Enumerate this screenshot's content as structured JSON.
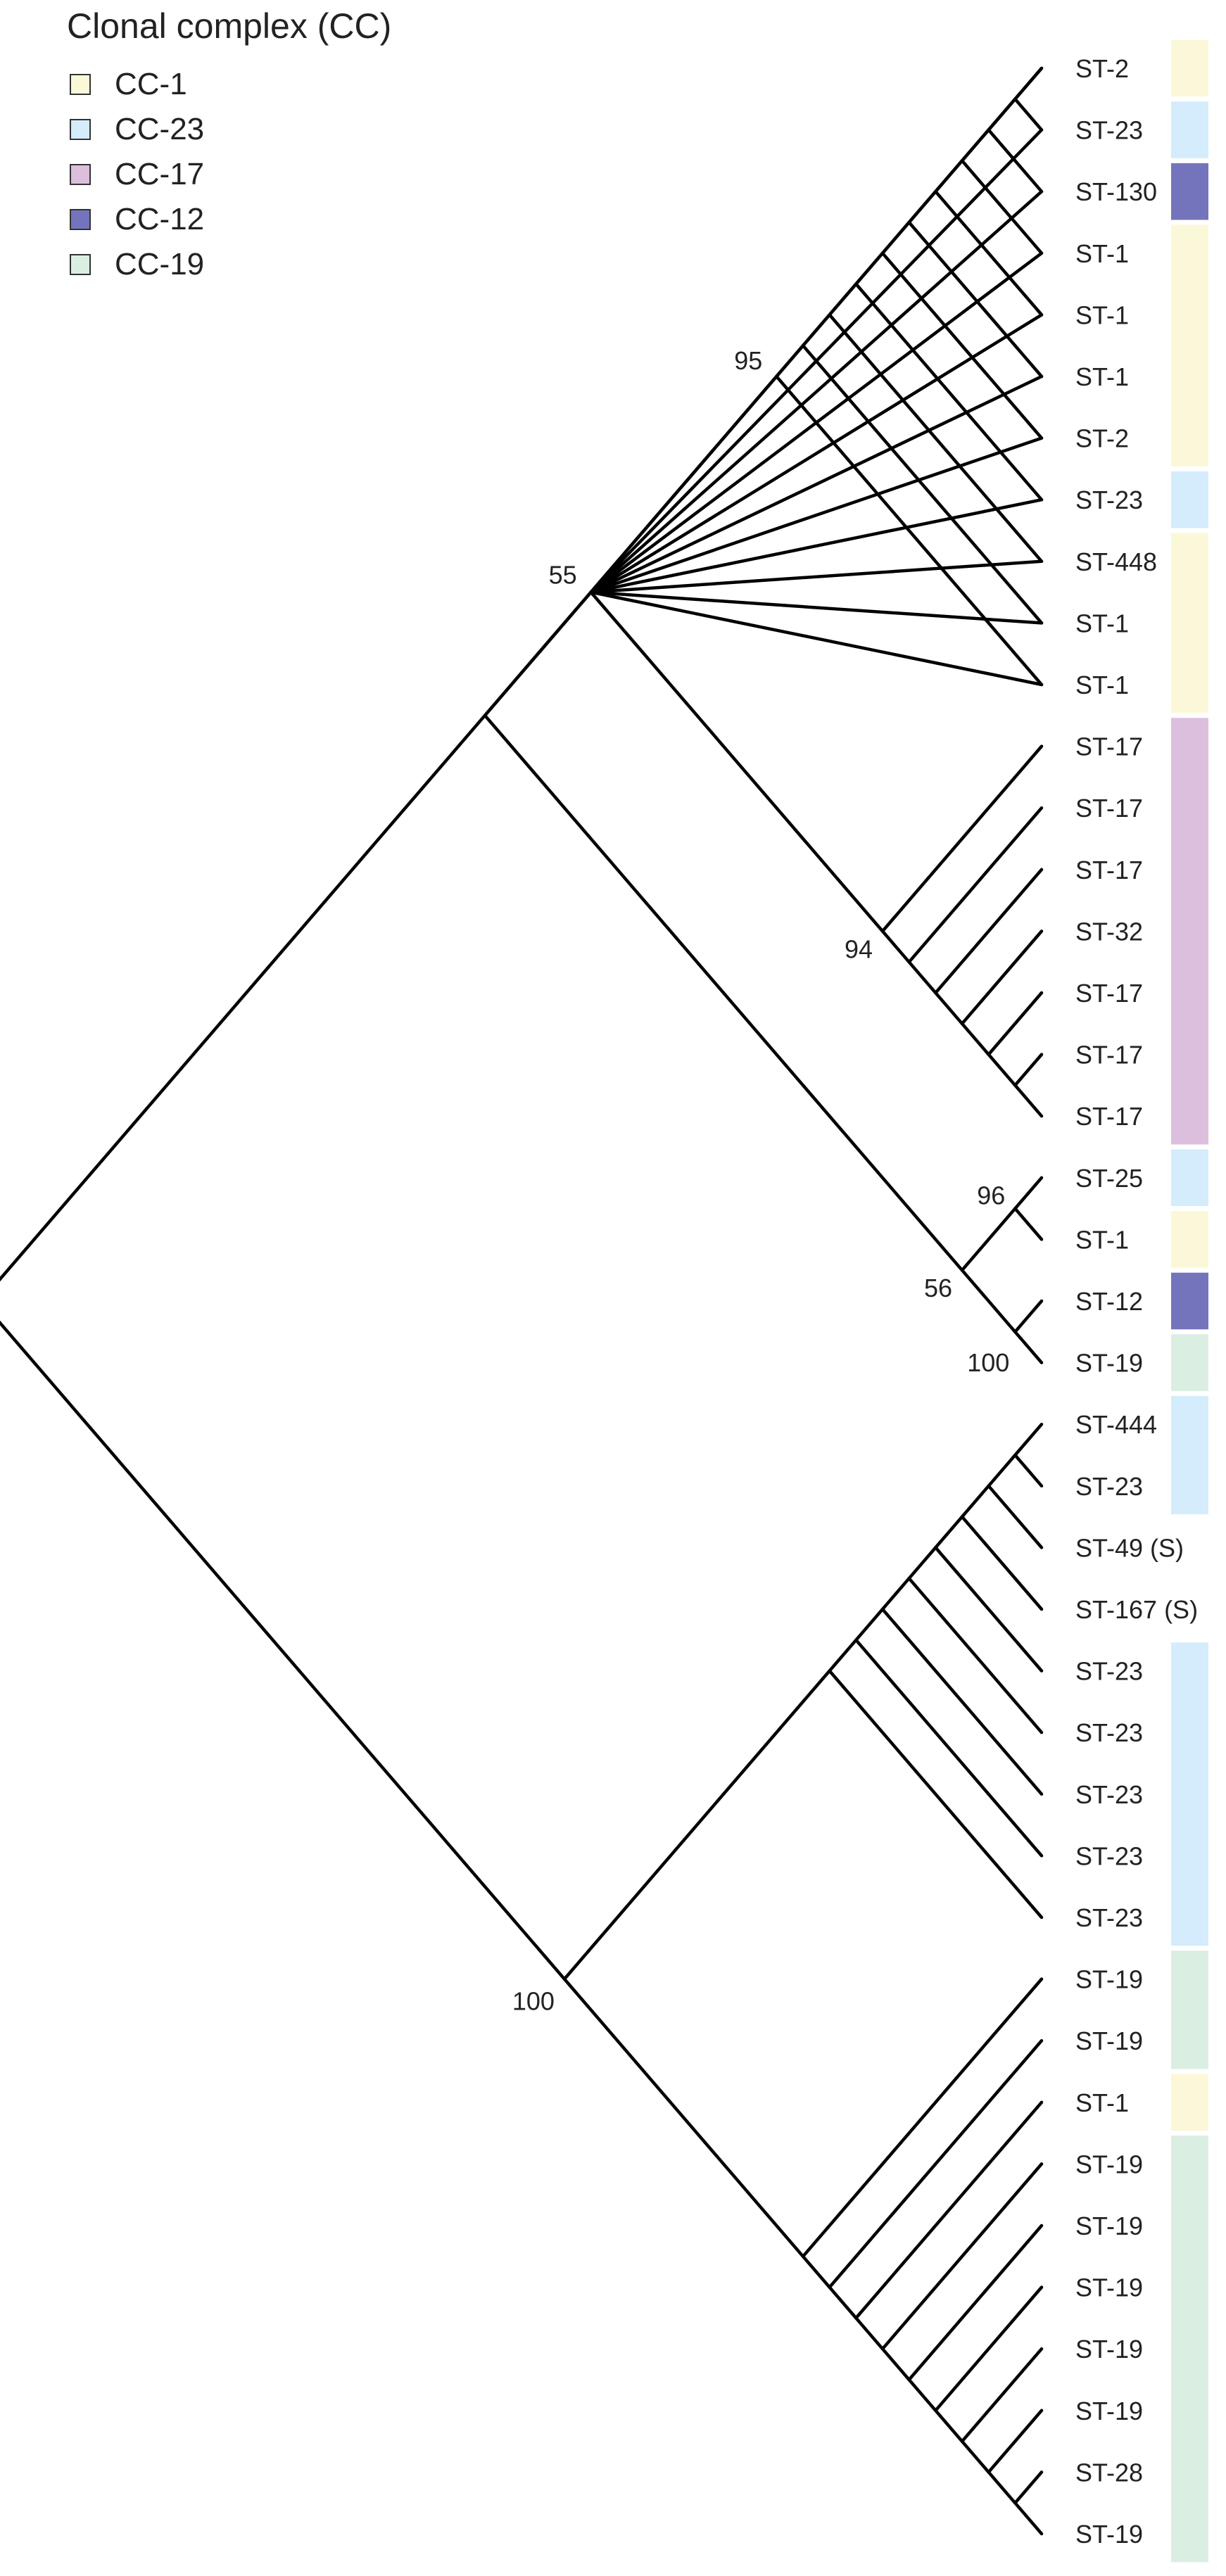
{
  "legend": {
    "title": "Clonal complex (CC)",
    "items": [
      {
        "label": "CC-1",
        "color": "#fbf8d9"
      },
      {
        "label": "CC-23",
        "color": "#d4ecfb"
      },
      {
        "label": "CC-17",
        "color": "#dcbfdd"
      },
      {
        "label": "CC-12",
        "color": "#7474bd"
      },
      {
        "label": "CC-19",
        "color": "#dbeee2"
      }
    ]
  },
  "tree": {
    "tips": [
      {
        "label": "ST-2",
        "cc": "CC-1"
      },
      {
        "label": "ST-23",
        "cc": "CC-23"
      },
      {
        "label": "ST-130",
        "cc": "CC-12"
      },
      {
        "label": "ST-1",
        "cc": "CC-1"
      },
      {
        "label": "ST-1",
        "cc": "CC-1"
      },
      {
        "label": "ST-1",
        "cc": "CC-1"
      },
      {
        "label": "ST-2",
        "cc": "CC-1"
      },
      {
        "label": "ST-23",
        "cc": "CC-23"
      },
      {
        "label": "ST-448",
        "cc": "CC-1"
      },
      {
        "label": "ST-1",
        "cc": "CC-1"
      },
      {
        "label": "ST-1",
        "cc": "CC-1"
      },
      {
        "label": "ST-17",
        "cc": "CC-17"
      },
      {
        "label": "ST-17",
        "cc": "CC-17"
      },
      {
        "label": "ST-17",
        "cc": "CC-17"
      },
      {
        "label": "ST-32",
        "cc": "CC-17"
      },
      {
        "label": "ST-17",
        "cc": "CC-17"
      },
      {
        "label": "ST-17",
        "cc": "CC-17"
      },
      {
        "label": "ST-17",
        "cc": "CC-17"
      },
      {
        "label": "ST-25",
        "cc": "CC-23"
      },
      {
        "label": "ST-1",
        "cc": "CC-1"
      },
      {
        "label": "ST-12",
        "cc": "CC-12"
      },
      {
        "label": "ST-19",
        "cc": "CC-19"
      },
      {
        "label": "ST-444",
        "cc": "CC-23"
      },
      {
        "label": "ST-23",
        "cc": "CC-23"
      },
      {
        "label": "ST-49 (S)",
        "cc": ""
      },
      {
        "label": "ST-167 (S)",
        "cc": ""
      },
      {
        "label": "ST-23",
        "cc": "CC-23"
      },
      {
        "label": "ST-23",
        "cc": "CC-23"
      },
      {
        "label": "ST-23",
        "cc": "CC-23"
      },
      {
        "label": "ST-23",
        "cc": "CC-23"
      },
      {
        "label": "ST-23",
        "cc": "CC-23"
      },
      {
        "label": "ST-19",
        "cc": "CC-19"
      },
      {
        "label": "ST-19",
        "cc": "CC-19"
      },
      {
        "label": "ST-1",
        "cc": "CC-1"
      },
      {
        "label": "ST-19",
        "cc": "CC-19"
      },
      {
        "label": "ST-19",
        "cc": "CC-19"
      },
      {
        "label": "ST-19",
        "cc": "CC-19"
      },
      {
        "label": "ST-19",
        "cc": "CC-19"
      },
      {
        "label": "ST-19",
        "cc": "CC-19"
      },
      {
        "label": "ST-28",
        "cc": "CC-19"
      },
      {
        "label": "ST-19",
        "cc": "CC-19"
      }
    ],
    "clades": [
      {
        "id": "root",
        "range": [
          0,
          40
        ],
        "parent": null,
        "support": ""
      },
      {
        "id": "upper",
        "range": [
          0,
          21
        ],
        "parent": "root",
        "support": ""
      },
      {
        "id": "cc1-clade",
        "range": [
          0,
          10
        ],
        "parent": "upper",
        "support": "95"
      },
      {
        "id": "cc1-ladder-1",
        "range": [
          0,
          9
        ],
        "parent": "cc1-clade",
        "support": ""
      },
      {
        "id": "cc1-ladder-2",
        "range": [
          0,
          8
        ],
        "parent": "cc1-ladder-1",
        "support": ""
      },
      {
        "id": "cc1-ladder-3",
        "range": [
          0,
          7
        ],
        "parent": "cc1-ladder-2",
        "support": ""
      },
      {
        "id": "cc1-ladder-4",
        "range": [
          0,
          6
        ],
        "parent": "cc1-ladder-3",
        "support": ""
      },
      {
        "id": "cc1-ladder-5",
        "range": [
          0,
          5
        ],
        "parent": "cc1-ladder-4",
        "support": ""
      },
      {
        "id": "cc1-ladder-6",
        "range": [
          0,
          4
        ],
        "parent": "cc1-ladder-5",
        "support": ""
      },
      {
        "id": "cc1-ladder-7",
        "range": [
          0,
          3
        ],
        "parent": "cc1-ladder-6",
        "support": ""
      },
      {
        "id": "cc1-ladder-8",
        "range": [
          0,
          2
        ],
        "parent": "cc1-ladder-7",
        "support": ""
      },
      {
        "id": "cc1-ladder-9",
        "range": [
          0,
          1
        ],
        "parent": "cc1-ladder-8",
        "support": ""
      },
      {
        "id": "mid",
        "range": [
          0,
          17
        ],
        "parent": "upper",
        "support": "55"
      },
      {
        "id": "cc17-clade",
        "range": [
          11,
          17
        ],
        "parent": "mid",
        "support": "94"
      },
      {
        "id": "cc17-ladder-1",
        "range": [
          12,
          17
        ],
        "parent": "cc17-clade",
        "support": ""
      },
      {
        "id": "cc17-ladder-2",
        "range": [
          13,
          17
        ],
        "parent": "cc17-ladder-1",
        "support": ""
      },
      {
        "id": "cc17-ladder-3",
        "range": [
          14,
          17
        ],
        "parent": "cc17-ladder-2",
        "support": ""
      },
      {
        "id": "cc17-ladder-4",
        "range": [
          15,
          17
        ],
        "parent": "cc17-ladder-3",
        "support": ""
      },
      {
        "id": "cc17-ladder-5",
        "range": [
          16,
          17
        ],
        "parent": "cc17-ladder-4",
        "support": ""
      },
      {
        "id": "small-clade",
        "range": [
          18,
          21
        ],
        "parent": "upper",
        "support": "56"
      },
      {
        "id": "pair-25-1",
        "range": [
          18,
          19
        ],
        "parent": "small-clade",
        "support": "96"
      },
      {
        "id": "pair-12-19",
        "range": [
          20,
          21
        ],
        "parent": "small-clade",
        "support": "100"
      },
      {
        "id": "lower",
        "range": [
          22,
          40
        ],
        "parent": "root",
        "support": "100"
      },
      {
        "id": "cc23-clade",
        "range": [
          22,
          30
        ],
        "parent": "lower",
        "support": ""
      },
      {
        "id": "cc23-ladder-1",
        "range": [
          22,
          29
        ],
        "parent": "cc23-clade",
        "support": ""
      },
      {
        "id": "cc23-ladder-2",
        "range": [
          22,
          28
        ],
        "parent": "cc23-ladder-1",
        "support": ""
      },
      {
        "id": "cc23-ladder-3",
        "range": [
          22,
          27
        ],
        "parent": "cc23-ladder-2",
        "support": ""
      },
      {
        "id": "cc23-ladder-4",
        "range": [
          22,
          26
        ],
        "parent": "cc23-ladder-3",
        "support": ""
      },
      {
        "id": "cc23-ladder-5",
        "range": [
          22,
          25
        ],
        "parent": "cc23-ladder-4",
        "support": ""
      },
      {
        "id": "cc23-ladder-6",
        "range": [
          22,
          24
        ],
        "parent": "cc23-ladder-5",
        "support": ""
      },
      {
        "id": "cc23-ladder-7",
        "range": [
          22,
          23
        ],
        "parent": "cc23-ladder-6",
        "support": ""
      },
      {
        "id": "cc19-clade",
        "range": [
          31,
          40
        ],
        "parent": "lower",
        "support": ""
      },
      {
        "id": "cc19-ladder-1",
        "range": [
          32,
          40
        ],
        "parent": "cc19-clade",
        "support": ""
      },
      {
        "id": "cc19-ladder-2",
        "range": [
          33,
          40
        ],
        "parent": "cc19-ladder-1",
        "support": ""
      },
      {
        "id": "cc19-ladder-3",
        "range": [
          34,
          40
        ],
        "parent": "cc19-ladder-2",
        "support": ""
      },
      {
        "id": "cc19-ladder-4",
        "range": [
          35,
          40
        ],
        "parent": "cc19-ladder-3",
        "support": ""
      },
      {
        "id": "cc19-ladder-5",
        "range": [
          36,
          40
        ],
        "parent": "cc19-ladder-4",
        "support": ""
      },
      {
        "id": "cc19-ladder-6",
        "range": [
          37,
          40
        ],
        "parent": "cc19-ladder-5",
        "support": ""
      },
      {
        "id": "cc19-ladder-7",
        "range": [
          38,
          40
        ],
        "parent": "cc19-ladder-6",
        "support": ""
      },
      {
        "id": "cc19-ladder-8",
        "range": [
          39,
          40
        ],
        "parent": "cc19-ladder-7",
        "support": ""
      }
    ],
    "cc_bars": [
      {
        "cc": "CC-1",
        "tips": [
          0,
          0
        ]
      },
      {
        "cc": "CC-23",
        "tips": [
          1,
          1
        ]
      },
      {
        "cc": "CC-12",
        "tips": [
          2,
          2
        ]
      },
      {
        "cc": "CC-1",
        "tips": [
          3,
          6
        ]
      },
      {
        "cc": "CC-23",
        "tips": [
          7,
          7
        ]
      },
      {
        "cc": "CC-1",
        "tips": [
          8,
          10
        ]
      },
      {
        "cc": "CC-17",
        "tips": [
          11,
          17
        ]
      },
      {
        "cc": "CC-23",
        "tips": [
          18,
          18
        ]
      },
      {
        "cc": "CC-1",
        "tips": [
          19,
          19
        ]
      },
      {
        "cc": "CC-12",
        "tips": [
          20,
          20
        ]
      },
      {
        "cc": "CC-19",
        "tips": [
          21,
          21
        ]
      },
      {
        "cc": "CC-23",
        "tips": [
          22,
          23
        ]
      },
      {
        "cc": "CC-23",
        "tips": [
          26,
          30
        ]
      },
      {
        "cc": "CC-19",
        "tips": [
          31,
          32
        ]
      },
      {
        "cc": "CC-1",
        "tips": [
          33,
          33
        ]
      },
      {
        "cc": "CC-19",
        "tips": [
          34,
          40
        ]
      }
    ]
  }
}
